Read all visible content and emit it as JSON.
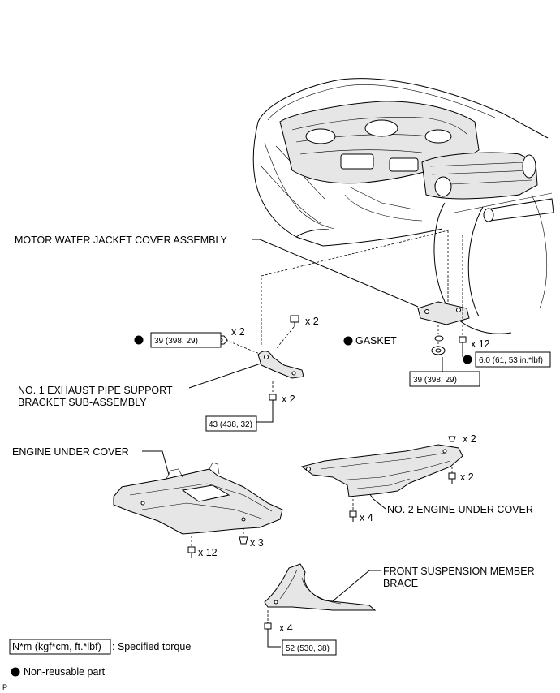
{
  "labels": {
    "motor_water_jacket": "MOTOR WATER JACKET COVER ASSEMBLY",
    "gasket": "GASKET",
    "exhaust_bracket_line1": "NO. 1 EXHAUST PIPE SUPPORT",
    "exhaust_bracket_line2": "BRACKET SUB-ASSEMBLY",
    "engine_under_cover": "ENGINE UNDER COVER",
    "no2_engine_under_cover": "NO. 2 ENGINE UNDER COVER",
    "front_suspension_line1": "FRONT SUSPENSION MEMBER",
    "front_suspension_line2": "BRACE"
  },
  "torques": {
    "t1": "39 (398, 29)",
    "t2": "39 (398, 29)",
    "t3": "6.0 (61, 53 in.*lbf)",
    "t4": "43 (438, 32)",
    "t5": "52 (530, 38)"
  },
  "quantities": {
    "q_bolt_top": "x 2",
    "q_nut": "x 2",
    "q_bolt_12a": "x 12",
    "q_bolt_bracket": "x 2",
    "q_clip_no2": "x 2",
    "q_bolt_no2": "x 2",
    "q_bolt_no2_left": "x 4",
    "q_bolt_euc": "x 12",
    "q_clip_euc": "x 3",
    "q_bolt_brace": "x 4"
  },
  "legend": {
    "torque_unit": "N*m (kgf*cm, ft.*lbf)",
    "torque_text": ": Specified torque",
    "nonreusable_text": "Non-reusable part"
  },
  "corner_mark": "P"
}
